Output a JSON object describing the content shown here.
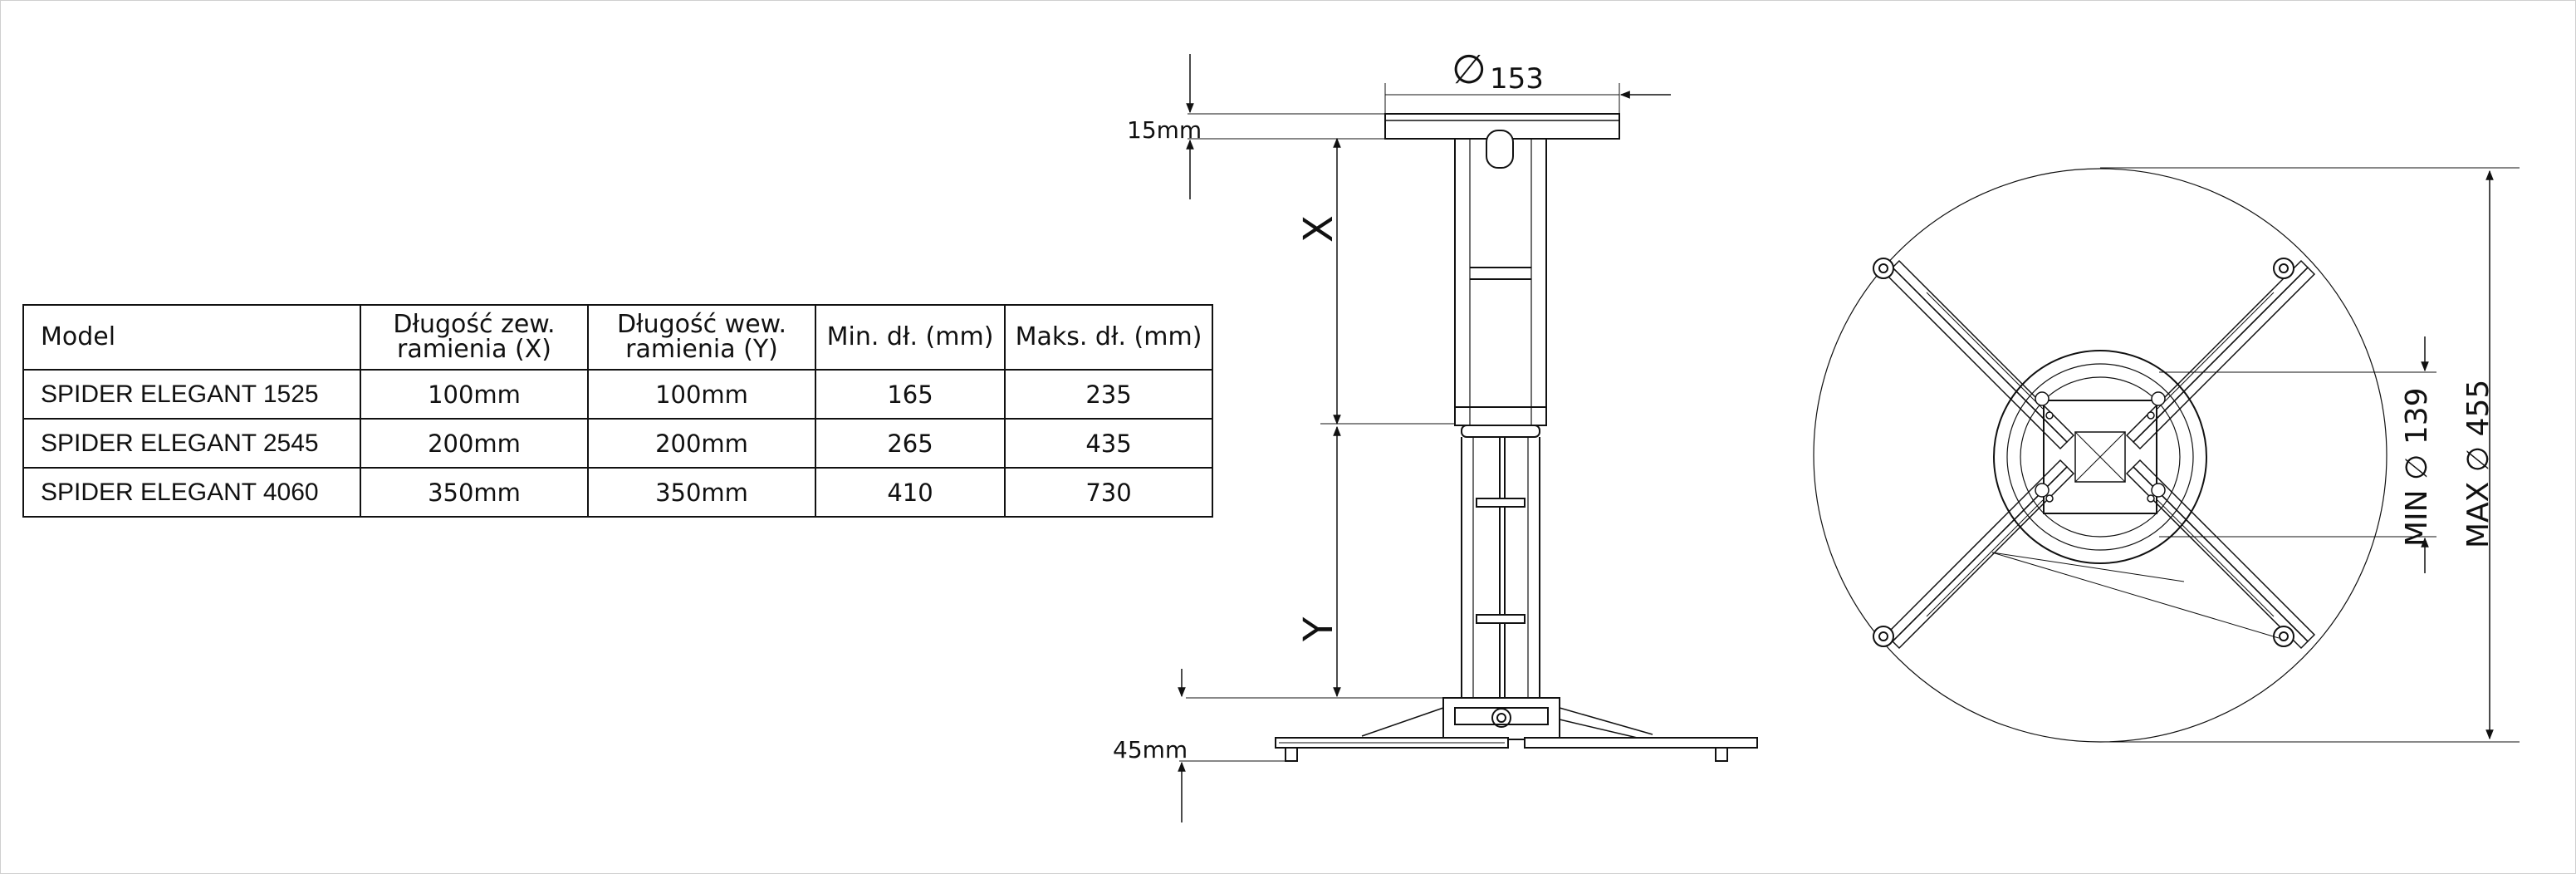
{
  "table": {
    "headers": [
      "Model",
      "Długość zew.\nramienia (X)",
      "Długość wew.\nramienia (Y)",
      "Min. dł. (mm)",
      "Maks. dł. (mm)"
    ],
    "rows": [
      [
        "SPIDER ELEGANT 1525",
        "100mm",
        "100mm",
        "165",
        "235"
      ],
      [
        "SPIDER ELEGANT 2545",
        "200mm",
        "200mm",
        "265",
        "435"
      ],
      [
        "SPIDER ELEGANT 4060",
        "350mm",
        "350mm",
        "410",
        "730"
      ]
    ]
  },
  "side_view": {
    "plate_symbol": "∅",
    "plate_diameter": "153",
    "top_thickness": "15mm",
    "x_label": "X",
    "y_label": "Y",
    "bottom_height": "45mm"
  },
  "top_view": {
    "min_label": "MIN ∅ 139",
    "max_label": "MAX ∅ 455"
  },
  "colors": {
    "line": "#111111",
    "thin": "#444444",
    "frame": "#cfcfcf"
  }
}
